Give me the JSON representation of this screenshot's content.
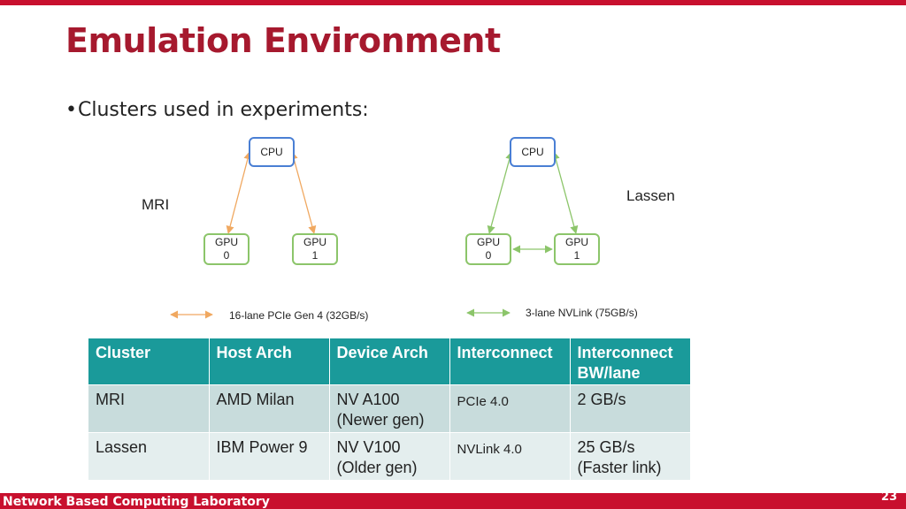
{
  "slide": {
    "title": "Emulation Environment",
    "bullet": "Clusters used in experiments:",
    "footer": "Network Based Computing Laboratory",
    "page_number": "23"
  },
  "diagram": {
    "mri": {
      "label": "MRI",
      "cpu": "CPU",
      "gpu0": [
        "GPU",
        "0"
      ],
      "gpu1": [
        "GPU",
        "1"
      ]
    },
    "lassen": {
      "label": "Lassen",
      "cpu": "CPU",
      "gpu0": [
        "GPU",
        "0"
      ],
      "gpu1": [
        "GPU",
        "1"
      ]
    },
    "legend": {
      "pcie": "16-lane PCIe Gen 4 (32GB/s)",
      "nvlink": "3-lane NVLink (75GB/s)"
    },
    "colors": {
      "pcie": "#f0a860",
      "nvlink": "#8cc56a",
      "cpu_border": "#4a7fd4",
      "gpu_border": "#8cc56a"
    }
  },
  "table": {
    "headers": [
      "Cluster",
      "Host Arch",
      "Device Arch",
      "Interconnect",
      "Interconnect BW/lane"
    ],
    "rows": [
      [
        "MRI",
        "AMD Milan",
        "NV A100 (Newer gen)",
        "PCIe 4.0",
        "2 GB/s"
      ],
      [
        "Lassen",
        "IBM Power 9",
        "NV V100 (Older gen)",
        "NVLink 4.0",
        "25 GB/s (Faster link)"
      ]
    ]
  }
}
